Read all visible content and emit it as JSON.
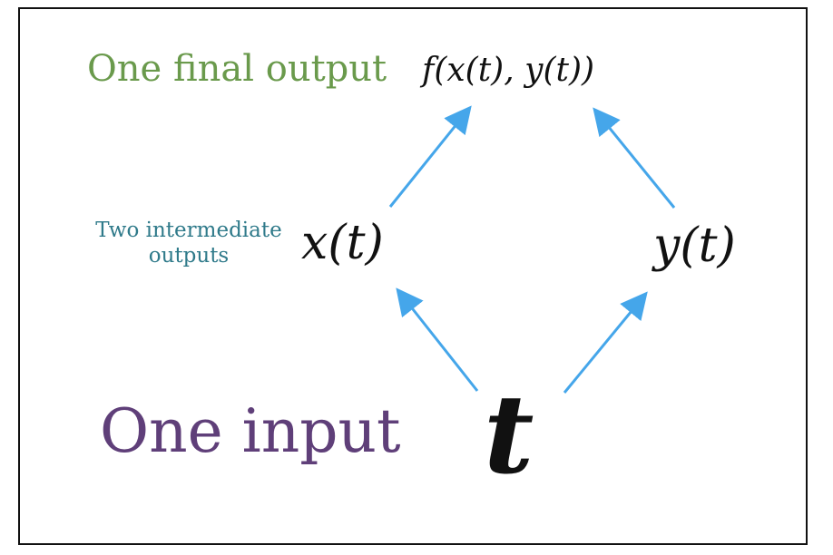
{
  "labels": {
    "final": "One final output",
    "intermediate": "Two intermediate outputs",
    "input": "One input"
  },
  "expressions": {
    "final": "f(x(t), y(t))",
    "x": "x(t)",
    "y": "y(t)",
    "t": "t"
  },
  "colors": {
    "final_label": "#6a9a4c",
    "intermediate_label": "#2f7a8a",
    "input_label": "#5f3f79",
    "arrow": "#45a6ea"
  }
}
